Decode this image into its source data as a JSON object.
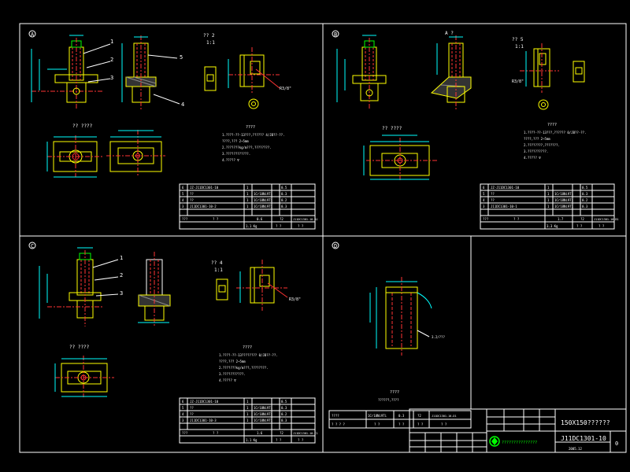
{
  "drawing": {
    "sheet_title": "150X150??????",
    "drawing_number": "J11DC1301-10",
    "revision": "0",
    "scale_note": "2005.12",
    "company": "???????????????"
  },
  "panels": {
    "A": {
      "marker": "A",
      "part_labels": [
        "1",
        "2",
        "3",
        "4",
        "5"
      ],
      "section_label": "?? ????",
      "detail_label": "?? 2",
      "detail_scale": "1:1",
      "tolerance_note": "R3/8\"",
      "notes_title": "????",
      "notes": [
        "1.????-??-13???,?????? 4/JB??-??.",
        "  ????,??? 2~5mm",
        "2.???????kg/m???,????????.",
        "3.????????????.",
        "4.?????      ∇"
      ],
      "table_rows": [
        [
          "6",
          "JZ-J11DC1301-10",
          "1",
          "",
          "0.5"
        ],
        [
          "5",
          "??",
          "1",
          "1Cr18Ni9Ti",
          "0.3"
        ],
        [
          "4",
          "??",
          "1",
          "1Cr18Ni9Ti",
          "0.2"
        ],
        [
          "3",
          "J11DC1301-10-2",
          "1",
          "1Cr18Ni9Ti",
          "0.3"
        ]
      ],
      "table_footer": [
        "???",
        "? ?",
        "0.6",
        "?2",
        "J11DC1301-10-A1"
      ],
      "weight": "1.1 Kg",
      "sheet_info": [
        "? ?",
        "? ?"
      ]
    },
    "B": {
      "marker": "B",
      "part_labels": [
        "A ?"
      ],
      "section_label": "?? ????",
      "detail_label": "?? 5",
      "detail_scale": "1:1",
      "tolerance_note": "R3/8\"",
      "notes_title": "????",
      "notes": [
        "1.????-??-13???,?????? 0/JB??-??.",
        "  ????,??? 2~5mm",
        "2.????????,???????.",
        "3.??????????.",
        "4.?????      ∇"
      ],
      "table_rows": [
        [
          "6",
          "JZ-J11DC1301-10",
          "1",
          "",
          "0.5"
        ],
        [
          "5",
          "??",
          "1",
          "1Cr18Ni9Ti",
          "0.3"
        ],
        [
          "4",
          "??",
          "1",
          "1Cr18Ni9Ti",
          "0.2"
        ],
        [
          "3",
          "J11DC1301-10-1",
          "1",
          "1Cr18Ni9Ti",
          "0.3"
        ]
      ],
      "table_footer": [
        "???",
        "? ?",
        "1.7",
        "?2",
        "J11DC1301-10-B1"
      ],
      "weight": "3.3 Kg",
      "sheet_info": [
        "? ?",
        "? ?"
      ]
    },
    "C": {
      "marker": "C",
      "part_labels": [
        "1",
        "2",
        "3"
      ],
      "section_label": "?? ????",
      "detail_label": "?? 4",
      "detail_scale": "1:1",
      "tolerance_note": "R3/8\"",
      "notes_title": "????",
      "notes": [
        "1.????-??-13???????? 0/JB??-??.",
        "  ????,??? 2~5mm",
        "2.???????kg/m???,????????.",
        "3.???????????.",
        "4.?????      ∇"
      ],
      "table_rows": [
        [
          "6",
          "JZ-J11DC1301-10",
          "1",
          "",
          "0.5"
        ],
        [
          "5",
          "??",
          "1",
          "1Cr18Ni9Ti",
          "0.3"
        ],
        [
          "4",
          "??",
          "1",
          "1Cr18Ni9Ti",
          "0.2"
        ],
        [
          "3",
          "J11DC1301-10-3",
          "1",
          "1Cr18Ni9Ti",
          "0.3"
        ]
      ],
      "table_footer": [
        "???",
        "? ?",
        "1.6",
        "?2",
        "J11DC1301-10-C1"
      ],
      "weight": "1.1 Kg",
      "sheet_info": [
        "? ?",
        "? ?"
      ]
    },
    "D": {
      "marker": "D",
      "notes_title": "????",
      "notes": [
        "??????,????"
      ],
      "tolerance_note": "3.2/???",
      "table_rows": [
        [
          "????",
          "1Cr18Ni9Ti",
          "0.3",
          "?2",
          "J11DC1301-10-D1"
        ],
        [
          "? ? ? ?",
          "? ?",
          "? ?",
          "? ?",
          "? ?"
        ]
      ]
    }
  }
}
